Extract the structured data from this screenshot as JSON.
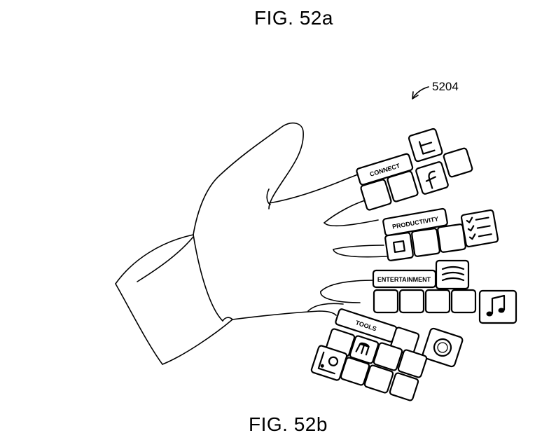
{
  "figure_top_label": "FIG. 52a",
  "figure_bottom_label": "FIG. 52b",
  "reference_number": "5204",
  "categories": {
    "connect": "CONNECT",
    "productivity": "PRODUCTIVITY",
    "entertainment": "ENTERTAINMENT",
    "tools": "TOOLS"
  },
  "icons": [
    "twitter-icon",
    "facebook-icon",
    "checklist-icon",
    "square-icon",
    "audio-waves-icon",
    "music-note-icon",
    "record-icon",
    "fork-icon",
    "camera-icon"
  ],
  "colors": {
    "ink": "#000000",
    "paper": "#ffffff"
  }
}
